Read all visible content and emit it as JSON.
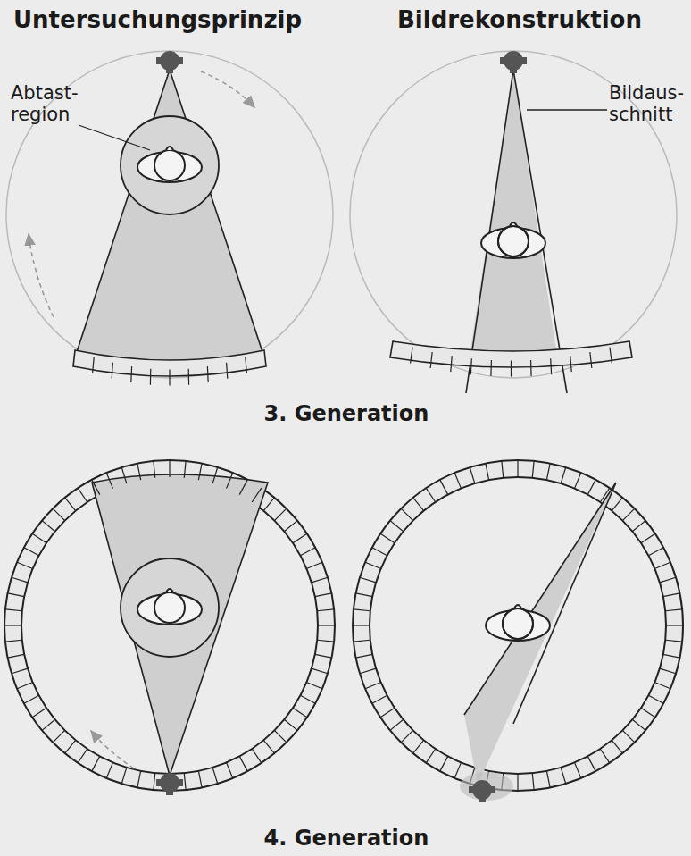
{
  "diagram": {
    "labels": [
      "Untersuchungsprinzip",
      "Bildrekonstruktion",
      "Abtast- region",
      "Bildaus- schnitt",
      "3. Generation",
      "4. Generation"
    ]
  }
}
